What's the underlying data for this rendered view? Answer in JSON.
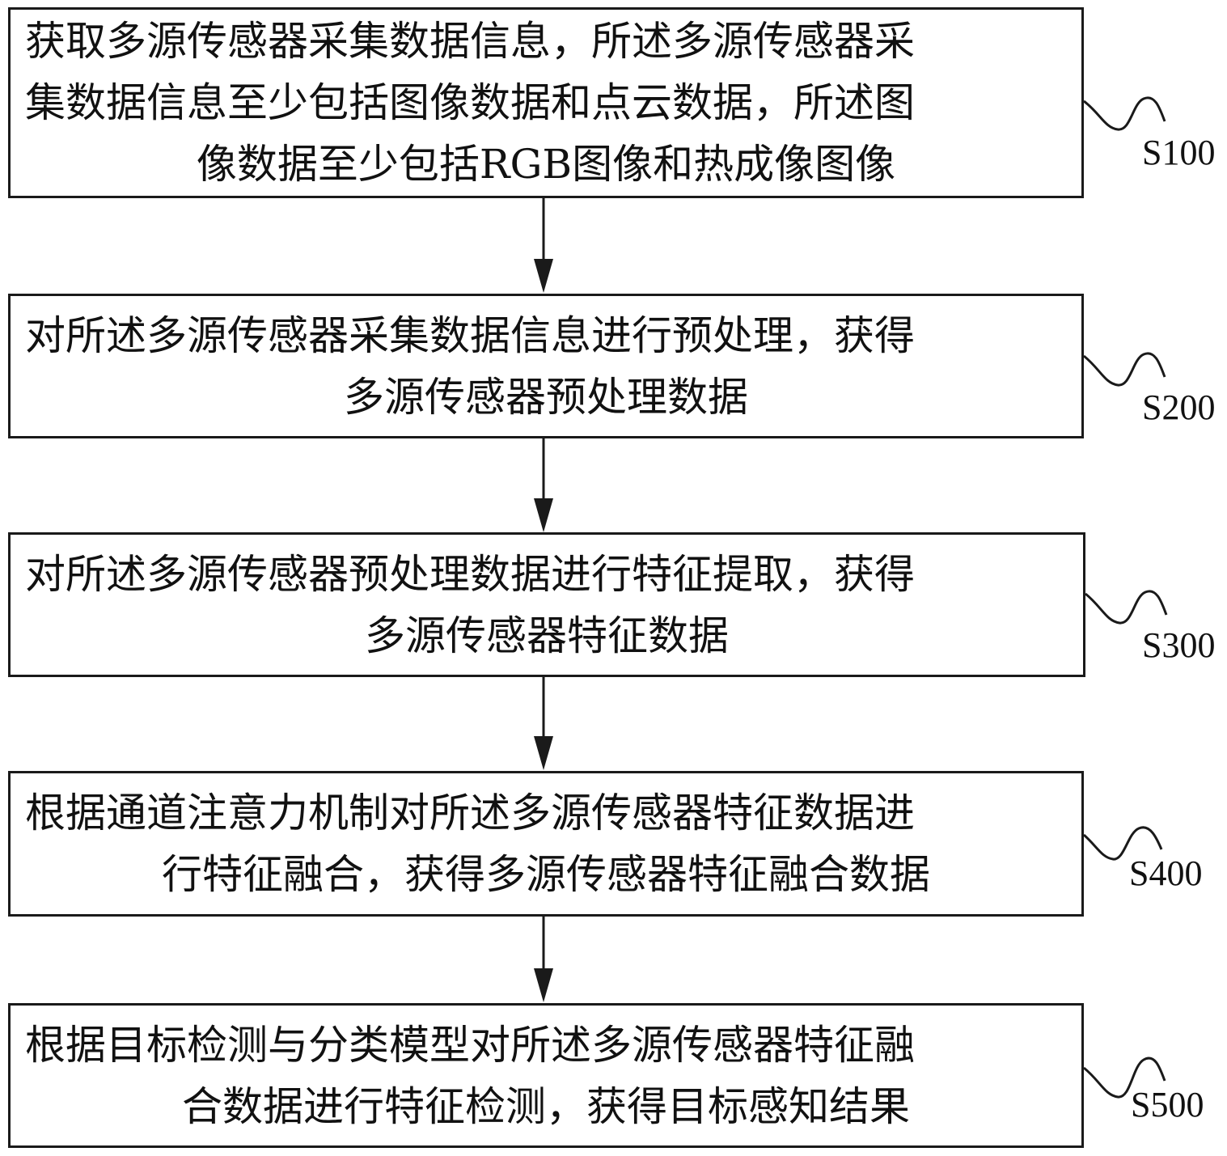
{
  "flowchart": {
    "steps": [
      {
        "label": "S100",
        "lines": [
          "获取多源传感器采集数据信息，所述多源传感器采",
          "集数据信息至少包括图像数据和点云数据，所述图",
          "像数据至少包括RGB图像和热成像图像"
        ]
      },
      {
        "label": "S200",
        "lines": [
          "对所述多源传感器采集数据信息进行预处理，获得",
          "多源传感器预处理数据"
        ]
      },
      {
        "label": "S300",
        "lines": [
          "对所述多源传感器预处理数据进行特征提取，获得",
          "多源传感器特征数据"
        ]
      },
      {
        "label": "S400",
        "lines": [
          "根据通道注意力机制对所述多源传感器特征数据进",
          "行特征融合，获得多源传感器特征融合数据"
        ]
      },
      {
        "label": "S500",
        "lines": [
          "根据目标检测与分类模型对所述多源传感器特征融",
          "合数据进行特征检测，获得目标感知结果"
        ]
      }
    ]
  }
}
